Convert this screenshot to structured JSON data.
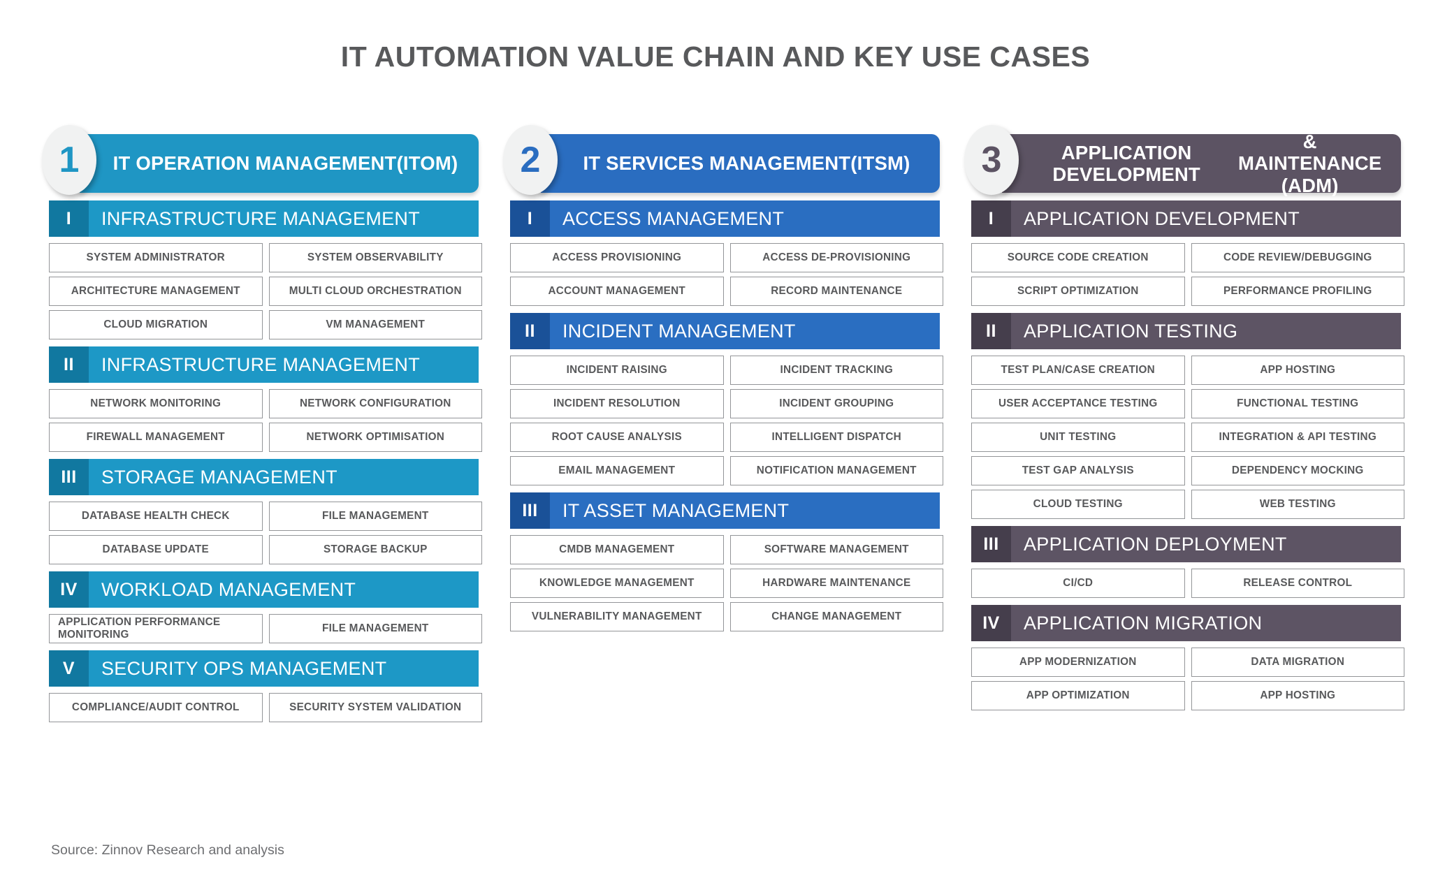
{
  "title": "IT AUTOMATION VALUE CHAIN AND KEY USE CASES",
  "source": "Source: Zinnov Research and analysis",
  "colors": {
    "itom_header": "#1f96c4",
    "itom_section": "#1d98c6",
    "itom_section_num": "#1178a0",
    "itom_badge_num": "#1f96c4",
    "itsm_header": "#2a6dc0",
    "itsm_section": "#2a6ec1",
    "itsm_section_num": "#1a5198",
    "itsm_badge_num": "#2a6dc0",
    "adm_header": "#5c5363",
    "adm_section": "#5d5464",
    "adm_section_num": "#453e4c",
    "adm_badge_num": "#5c5363",
    "title_color": "#58595b",
    "item_border": "#939598",
    "item_text": "#58595b",
    "badge_bg": "#f1f2f2"
  },
  "columns": [
    {
      "badge": "1",
      "title_line1": "IT OPERATION MANAGEMENT",
      "title_line2": "(ITOM)",
      "theme": "itom",
      "sections": [
        {
          "numeral": "I",
          "name": "INFRASTRUCTURE MANAGEMENT",
          "items": [
            "SYSTEM ADMINISTRATOR",
            "SYSTEM OBSERVABILITY",
            "ARCHITECTURE MANAGEMENT",
            "MULTI CLOUD ORCHESTRATION",
            "CLOUD MIGRATION",
            "VM MANAGEMENT"
          ]
        },
        {
          "numeral": "II",
          "name": "INFRASTRUCTURE MANAGEMENT",
          "items": [
            "NETWORK MONITORING",
            "NETWORK CONFIGURATION",
            "FIREWALL MANAGEMENT",
            "NETWORK OPTIMISATION"
          ]
        },
        {
          "numeral": "III",
          "name": "STORAGE MANAGEMENT",
          "items": [
            "DATABASE HEALTH CHECK",
            "FILE MANAGEMENT",
            "DATABASE UPDATE",
            "STORAGE BACKUP"
          ]
        },
        {
          "numeral": "IV",
          "name": "WORKLOAD MANAGEMENT",
          "items": [
            "APPLICATION PERFORMANCE MONITORING",
            "FILE MANAGEMENT"
          ]
        },
        {
          "numeral": "V",
          "name": "SECURITY OPS MANAGEMENT",
          "items": [
            "COMPLIANCE/AUDIT CONTROL",
            "SECURITY SYSTEM VALIDATION"
          ]
        }
      ]
    },
    {
      "badge": "2",
      "title_line1": "IT SERVICES MANAGEMENT",
      "title_line2": "(ITSM)",
      "theme": "itsm",
      "sections": [
        {
          "numeral": "I",
          "name": "ACCESS MANAGEMENT",
          "items": [
            "ACCESS PROVISIONING",
            "ACCESS DE-PROVISIONING",
            "ACCOUNT MANAGEMENT",
            "RECORD MAINTENANCE"
          ]
        },
        {
          "numeral": "II",
          "name": "INCIDENT MANAGEMENT",
          "items": [
            "INCIDENT RAISING",
            "INCIDENT TRACKING",
            "INCIDENT RESOLUTION",
            "INCIDENT GROUPING",
            "ROOT CAUSE ANALYSIS",
            "INTELLIGENT DISPATCH",
            "EMAIL MANAGEMENT",
            "NOTIFICATION MANAGEMENT"
          ]
        },
        {
          "numeral": "III",
          "name": "IT ASSET MANAGEMENT",
          "items": [
            "CMDB MANAGEMENT",
            "SOFTWARE MANAGEMENT",
            "KNOWLEDGE MANAGEMENT",
            "HARDWARE MAINTENANCE",
            "VULNERABILITY MANAGEMENT",
            "CHANGE MANAGEMENT"
          ]
        }
      ]
    },
    {
      "badge": "3",
      "title_line1": "APPLICATION DEVELOPMENT",
      "title_line2": "& MAINTENANCE (ADM)",
      "theme": "adm",
      "sections": [
        {
          "numeral": "I",
          "name": "APPLICATION DEVELOPMENT",
          "items": [
            "SOURCE CODE CREATION",
            "CODE REVIEW/DEBUGGING",
            "SCRIPT OPTIMIZATION",
            "PERFORMANCE PROFILING"
          ]
        },
        {
          "numeral": "II",
          "name": "APPLICATION TESTING",
          "items": [
            "TEST PLAN/CASE CREATION",
            "APP HOSTING",
            "USER ACCEPTANCE TESTING",
            "FUNCTIONAL TESTING",
            "UNIT TESTING",
            "INTEGRATION & API TESTING",
            "TEST GAP ANALYSIS",
            "DEPENDENCY MOCKING",
            "CLOUD TESTING",
            "WEB TESTING"
          ]
        },
        {
          "numeral": "III",
          "name": "APPLICATION DEPLOYMENT",
          "items": [
            "CI/CD",
            "RELEASE CONTROL"
          ]
        },
        {
          "numeral": "IV",
          "name": "APPLICATION MIGRATION",
          "items": [
            "APP MODERNIZATION",
            "DATA MIGRATION",
            "APP OPTIMIZATION",
            "APP HOSTING"
          ]
        }
      ]
    }
  ]
}
